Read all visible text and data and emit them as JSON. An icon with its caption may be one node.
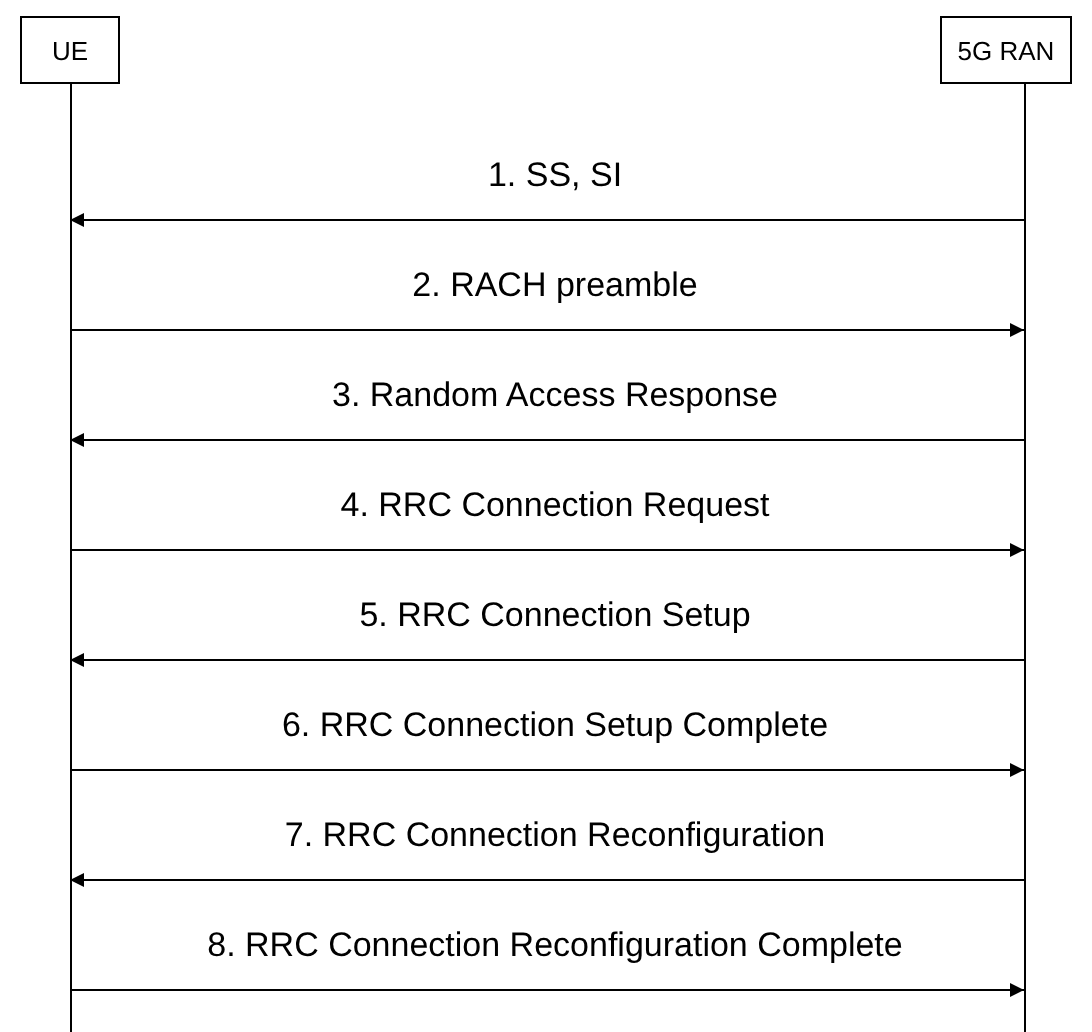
{
  "diagram": {
    "nodes": [
      {
        "text": [
          "UE"
        ]
      },
      {
        "text": [
          "5G RAN"
        ]
      }
    ],
    "edges": [
      {
        "from": 1,
        "to": 0,
        "arrow": "to",
        "label": "1. SS, SI"
      },
      {
        "from": 0,
        "to": 1,
        "arrow": "to",
        "label": "2. RACH preamble"
      },
      {
        "from": 1,
        "to": 0,
        "arrow": "to",
        "label": "3. Random Access Response"
      },
      {
        "from": 0,
        "to": 1,
        "arrow": "to",
        "label": "4. RRC Connection Request"
      },
      {
        "from": 1,
        "to": 0,
        "arrow": "to",
        "label": "5. RRC Connection Setup"
      },
      {
        "from": 0,
        "to": 1,
        "arrow": "to",
        "label": "6. RRC Connection Setup Complete"
      },
      {
        "from": 1,
        "to": 0,
        "arrow": "to",
        "label": "7. RRC Connection Reconfiguration"
      },
      {
        "from": 0,
        "to": 1,
        "arrow": "to",
        "label": "8. RRC Connection Reconfiguration Complete"
      }
    ]
  }
}
